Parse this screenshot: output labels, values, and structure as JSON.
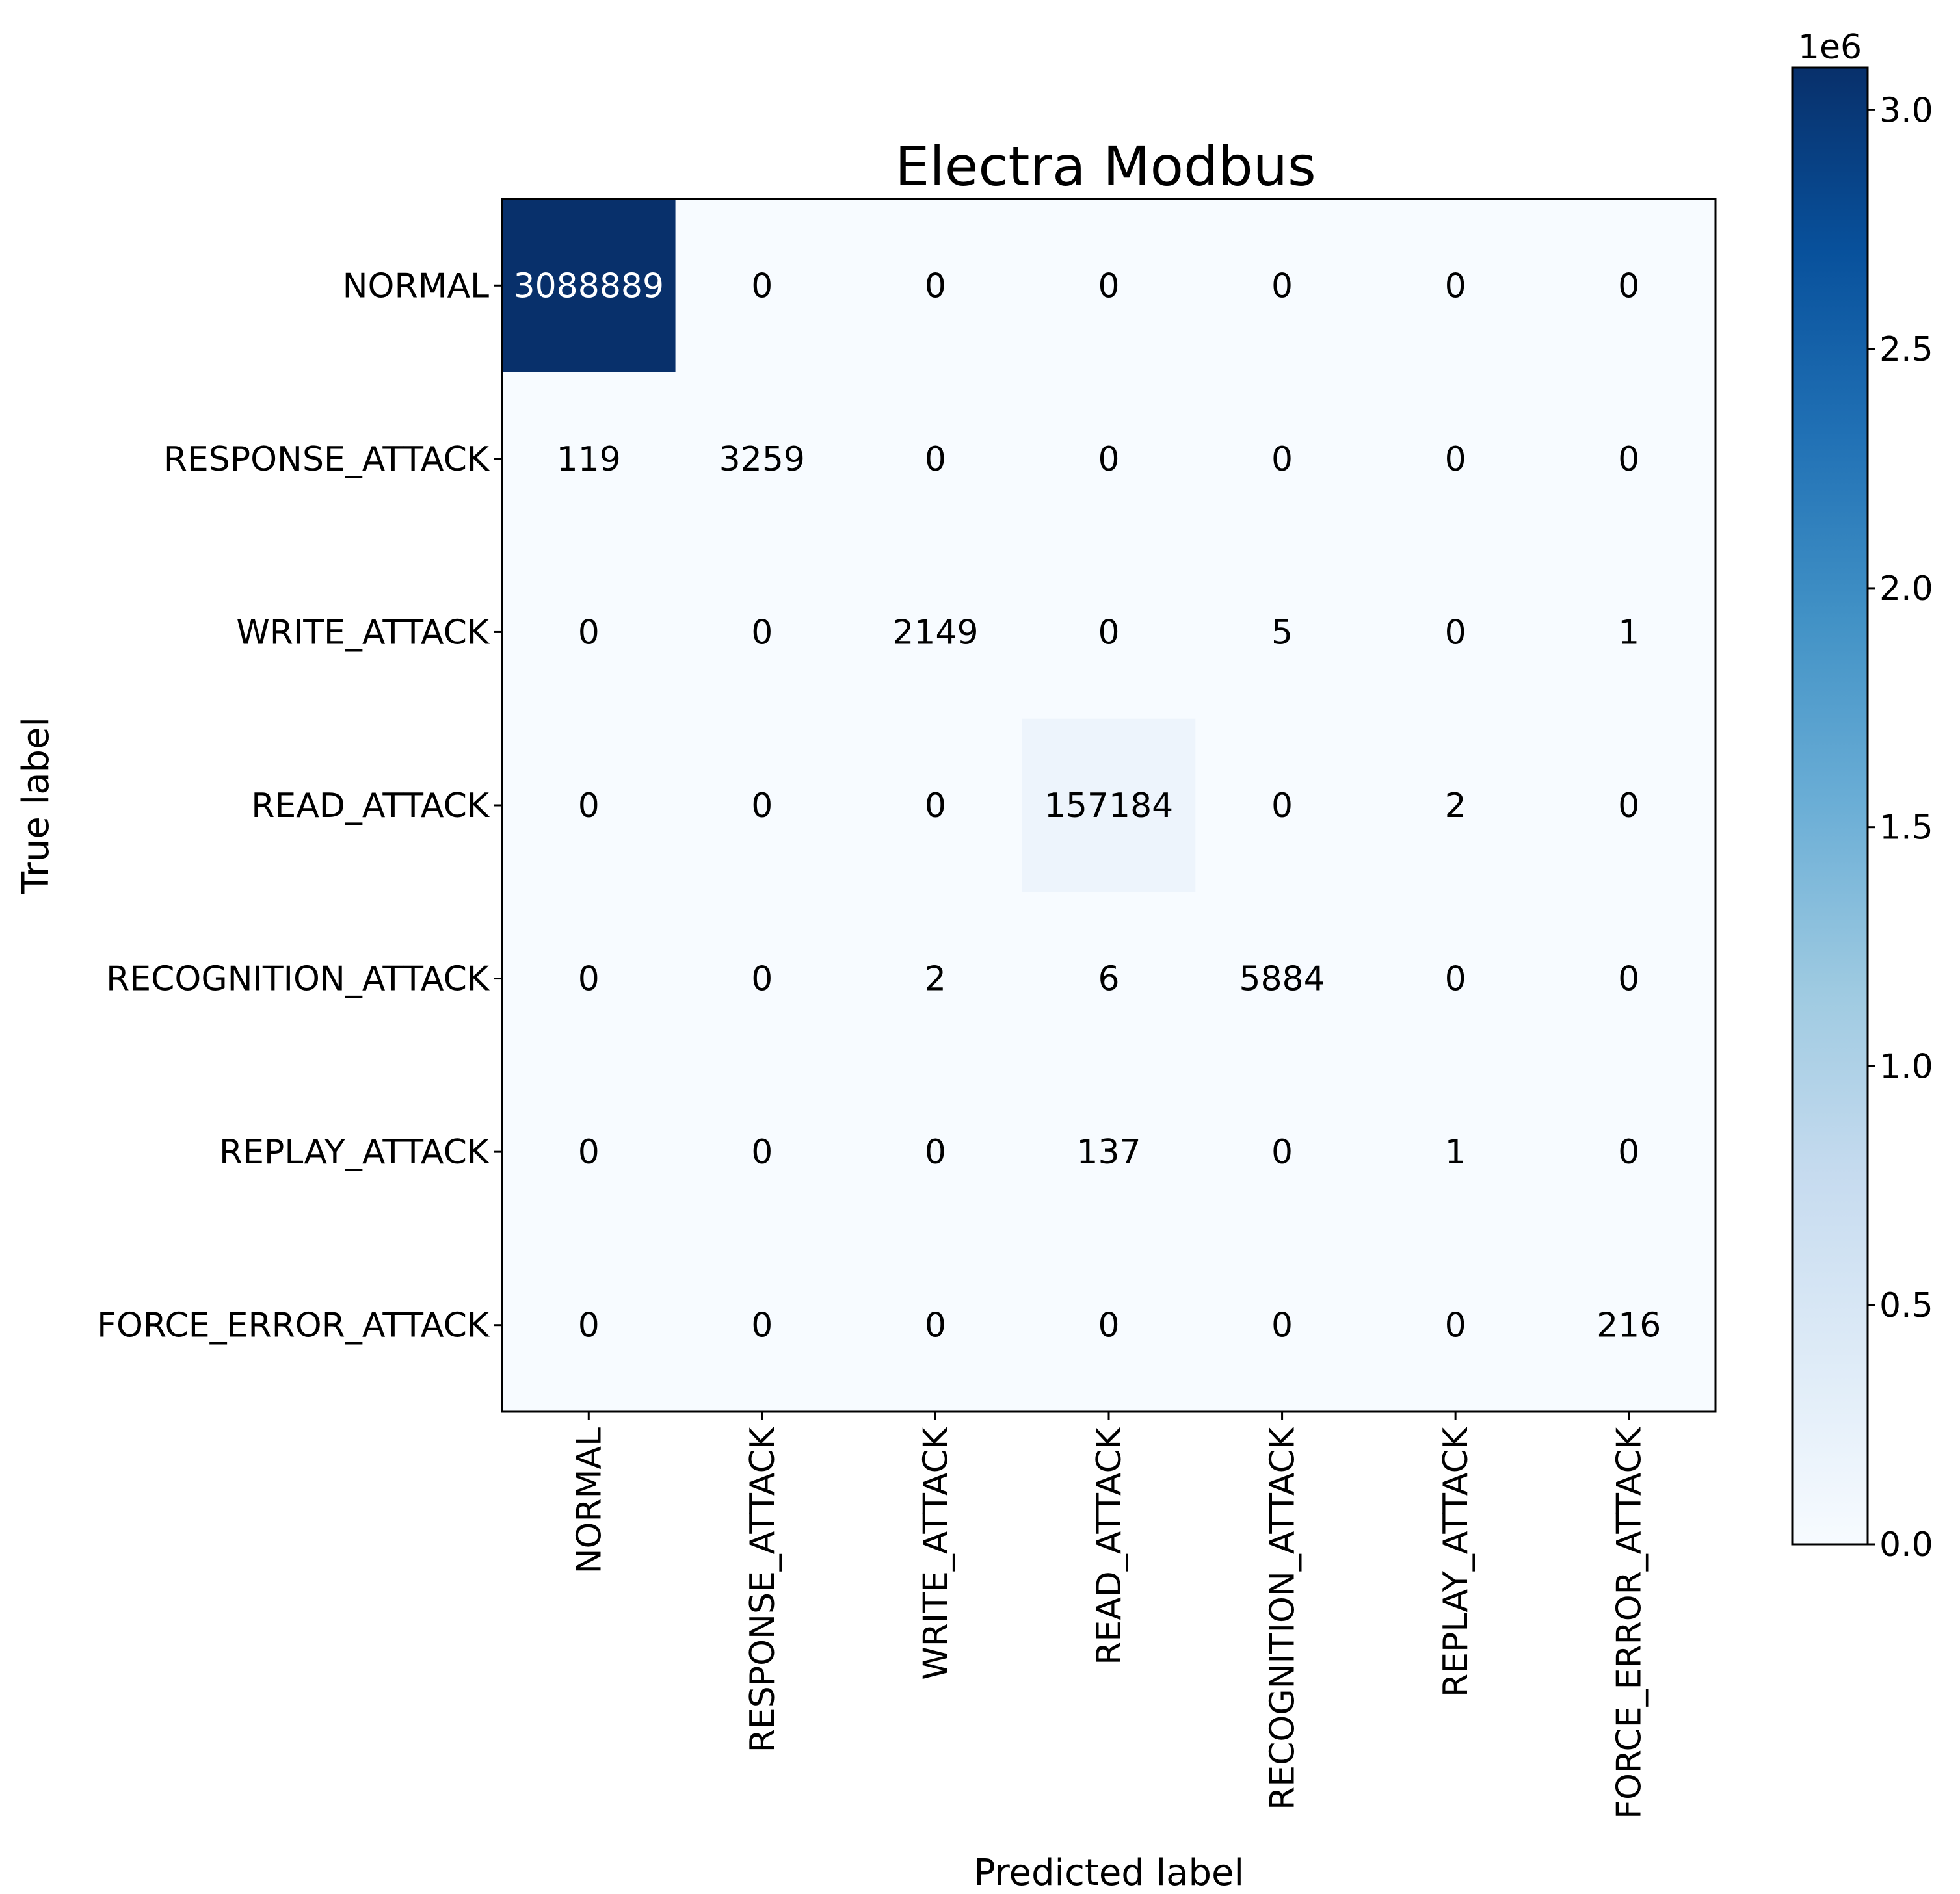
{
  "chart_data": {
    "type": "heatmap",
    "title": "Electra Modbus",
    "xlabel": "Predicted label",
    "ylabel": "True label",
    "rows": [
      "NORMAL",
      "RESPONSE_ATTACK",
      "WRITE_ATTACK",
      "READ_ATTACK",
      "RECOGNITION_ATTACK",
      "REPLAY_ATTACK",
      "FORCE_ERROR_ATTACK"
    ],
    "columns": [
      "NORMAL",
      "RESPONSE_ATTACK",
      "WRITE_ATTACK",
      "READ_ATTACK",
      "RECOGNITION_ATTACK",
      "REPLAY_ATTACK",
      "FORCE_ERROR_ATTACK"
    ],
    "values": [
      [
        3088889,
        0,
        0,
        0,
        0,
        0,
        0
      ],
      [
        119,
        3259,
        0,
        0,
        0,
        0,
        0
      ],
      [
        0,
        0,
        2149,
        0,
        5,
        0,
        1
      ],
      [
        0,
        0,
        0,
        157184,
        0,
        2,
        0
      ],
      [
        0,
        0,
        2,
        6,
        5884,
        0,
        0
      ],
      [
        0,
        0,
        0,
        137,
        0,
        1,
        0
      ],
      [
        0,
        0,
        0,
        0,
        0,
        0,
        216
      ]
    ],
    "colormap": "Blues",
    "colorbar": {
      "range": [
        0,
        3088889
      ],
      "ticks": [
        0.0,
        0.5,
        1.0,
        1.5,
        2.0,
        2.5,
        3.0
      ],
      "tick_labels": [
        "0.0",
        "0.5",
        "1.0",
        "1.5",
        "2.0",
        "2.5",
        "3.0"
      ],
      "multiplier_label": "1e6",
      "multiplier": 1000000
    },
    "colors": {
      "low": "#f7fbff",
      "high": "#08306b",
      "text_dark": "#000000",
      "text_light": "#ffffff"
    }
  }
}
